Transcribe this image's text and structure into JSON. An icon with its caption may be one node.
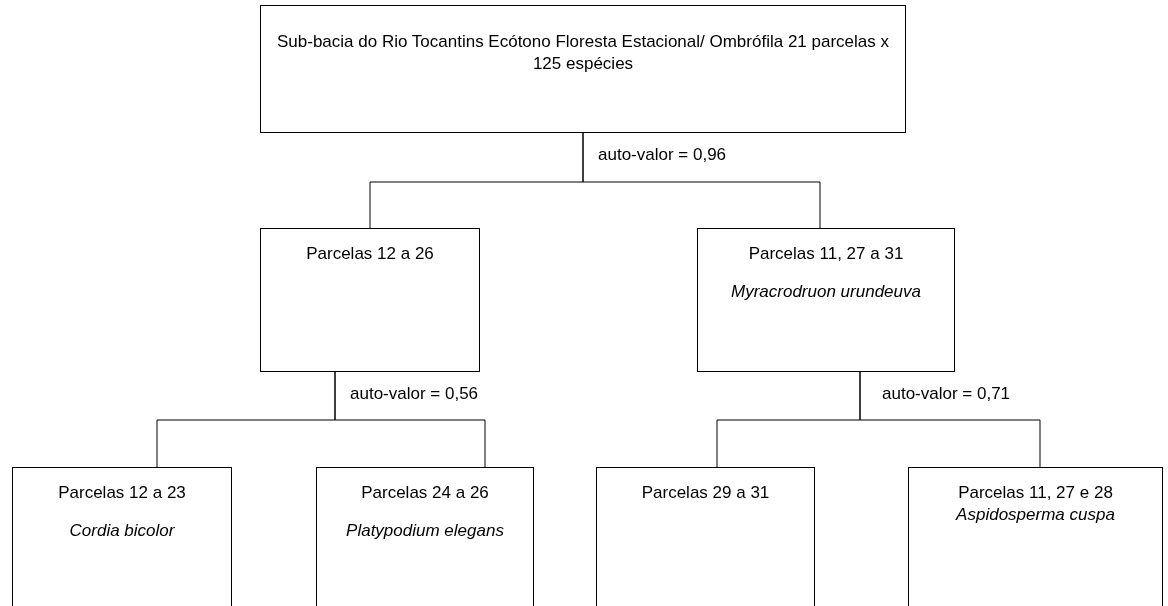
{
  "diagram": {
    "nodes": [
      {
        "text": [
          "Sub-bacia do Rio Tocantins Ecótono Floresta Estacional/ Ombrófila 21 parcelas x 125 espécies"
        ]
      },
      {
        "text": [
          "Parcelas 12 a 26"
        ]
      },
      {
        "text": [
          "Parcelas 11, 27 a 31",
          "Myracrodruon urundeuva"
        ]
      },
      {
        "text": [
          "Parcelas 12 a 23",
          "Cordia bicolor"
        ]
      },
      {
        "text": [
          "Parcelas 24 a 26",
          "Platypodium elegans"
        ]
      },
      {
        "text": [
          "Parcelas 29 a 31"
        ]
      },
      {
        "text": [
          "Parcelas 11, 27 e 28",
          "Aspidosperma cuspa"
        ]
      }
    ],
    "edges": [
      {
        "from": 0,
        "to": 1,
        "arrow": "none"
      },
      {
        "from": 0,
        "to": 2,
        "arrow": "none"
      },
      {
        "from": 1,
        "to": 3,
        "arrow": "none"
      },
      {
        "from": 1,
        "to": 4,
        "arrow": "none"
      },
      {
        "from": 2,
        "to": 5,
        "arrow": "none"
      },
      {
        "from": 2,
        "to": 6,
        "arrow": "none"
      }
    ],
    "labels": [
      "auto-valor = 0,96",
      "auto-valor = 0,56",
      "auto-valor = 0,71"
    ]
  }
}
